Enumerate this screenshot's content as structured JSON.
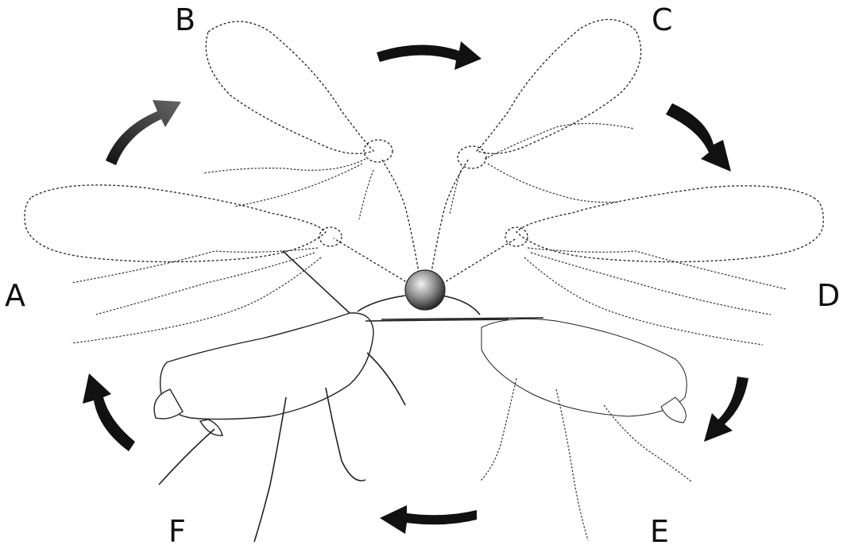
{
  "figure": {
    "stage_labels": [
      "A",
      "B",
      "C",
      "D",
      "E",
      "F"
    ],
    "arrow_color": "#111111",
    "sphere_color": "#8c8c8c",
    "line_color": "#222222"
  }
}
